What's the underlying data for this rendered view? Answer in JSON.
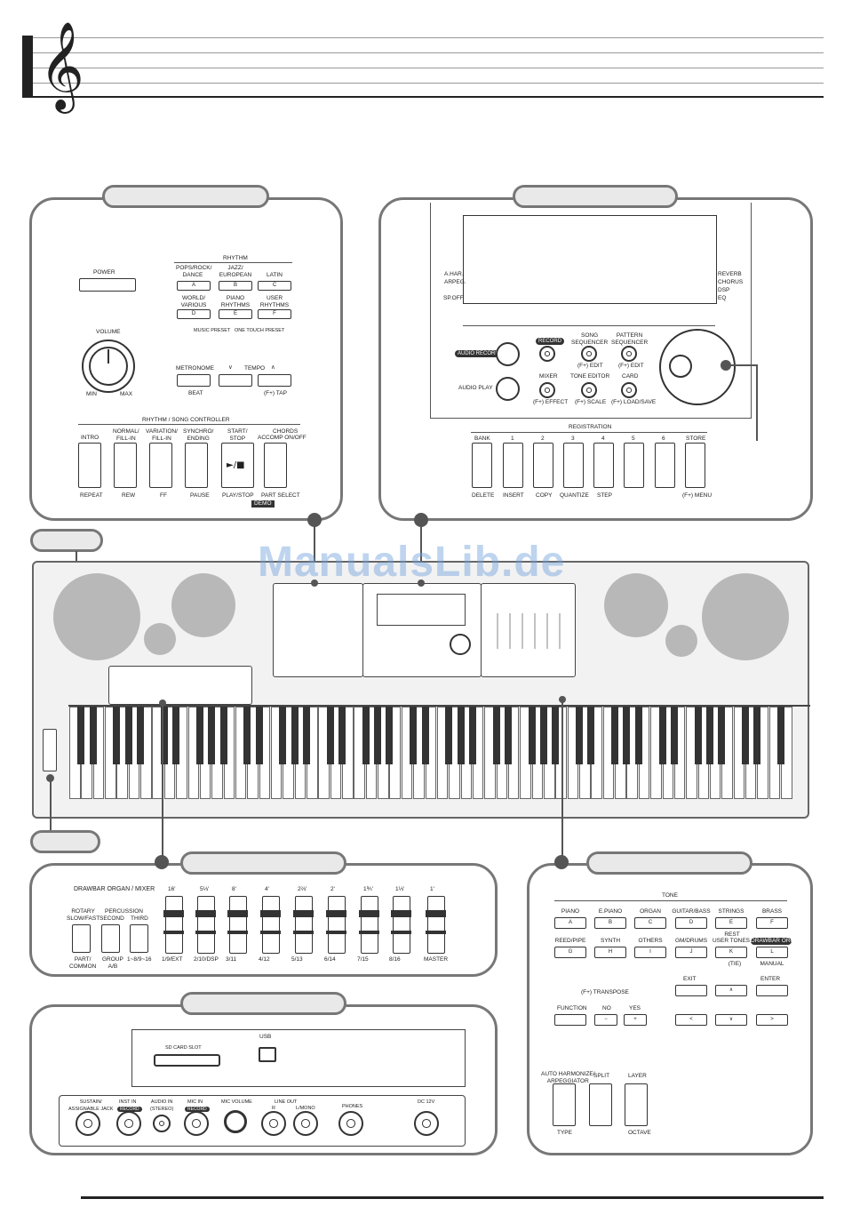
{
  "watermark": "ManualsLib.de",
  "panel_a": {
    "power": "POWER",
    "volume": "VOLUME",
    "vol_min": "MIN",
    "vol_max": "MAX",
    "rhythm": "RHYTHM",
    "cat_pops": "POPS/ROCK/\nDANCE",
    "cat_jazz": "JAZZ/\nEUROPEAN",
    "cat_latin": "LATIN",
    "cat_world": "WORLD/\nVARIOUS",
    "cat_piano": "PIANO\nRHYTHMS",
    "cat_user": "USER\nRHYTHMS",
    "key_a": "A",
    "key_b": "B",
    "key_c": "C",
    "key_d": "D",
    "key_e": "E",
    "key_f": "F",
    "music_preset": "MUSIC PRESET",
    "one_touch": "ONE TOUCH PRESET",
    "metronome": "METRONOME",
    "tempo": "TEMPO",
    "tempo_down": "∨",
    "tempo_up": "∧",
    "beat": "BEAT",
    "tap": "(F+) TAP",
    "controller": "RHYTHM / SONG CONTROLLER",
    "intro": "INTRO",
    "normal_fill": "NORMAL/\nFILL-IN",
    "variation_fill": "VARIATION/\nFILL-IN",
    "synchro": "SYNCHRO/\nENDING",
    "start_stop": "START/\nSTOP",
    "chords": "CHORDS",
    "accomp": "ACCOMP ON/OFF",
    "repeat": "REPEAT",
    "rew": "REW",
    "ff": "FF",
    "pause": "PAUSE",
    "play_stop": "PLAY/STOP",
    "part_select": "PART SELECT",
    "demo": "DEMO",
    "play_symbol": "►/■"
  },
  "panel_b": {
    "a_harm": "A.HAR.",
    "arpeg": "ARPEG.",
    "sp_off": "SP.OFF",
    "reverb": "REVERB",
    "chorus": "CHORUS",
    "dsp": "DSP",
    "eq": "EQ",
    "audio_record": "AUDIO RECORD",
    "audio_play": "AUDIO PLAY",
    "record": "RECORD",
    "song_seq": "SONG\nSEQUENCER",
    "pattern_seq": "PATTERN\nSEQUENCER",
    "edit1": "(F+) EDIT",
    "edit2": "(F+) EDIT",
    "mixer": "MIXER",
    "tone_editor": "TONE EDITOR",
    "card": "CARD",
    "effect": "(F+) EFFECT",
    "scale": "(F+) SCALE",
    "load_save": "(F+) LOAD/SAVE",
    "registration": "REGISTRATION",
    "bank": "BANK",
    "n1": "1",
    "n2": "2",
    "n3": "3",
    "n4": "4",
    "n5": "5",
    "n6": "6",
    "store": "STORE",
    "delete": "DELETE",
    "insert": "INSERT",
    "copy": "COPY",
    "quantize": "QUANTIZE",
    "step": "STEP",
    "menu": "(F+) MENU"
  },
  "drawbar": {
    "title": "DRAWBAR ORGAN / MIXER",
    "rotary": "ROTARY\nSLOW/FAST",
    "percussion": "PERCUSSION",
    "second": "SECOND",
    "third": "THIRD",
    "part_common": "PART/\nCOMMON",
    "group_ab": "GROUP\nA/B",
    "range": "1~8/9~16",
    "f1": "16'",
    "f2": "5⅓'",
    "f3": "8'",
    "f4": "4'",
    "f5": "2⅔'",
    "f6": "2'",
    "f7": "1⅗'",
    "f8": "1⅓'",
    "f9": "1'",
    "b1": "1/9/EXT",
    "b2": "2/10/DSP",
    "b3": "3/11",
    "b4": "4/12",
    "b5": "5/13",
    "b6": "6/14",
    "b7": "7/15",
    "b8": "8/16",
    "b9": "MASTER"
  },
  "back": {
    "sd_slot": "SD CARD SLOT",
    "usb": "USB",
    "sustain": "SUSTAIN/\nASSIGNABLE JACK",
    "inst_in": "INST IN",
    "audio_in": "AUDIO IN\n(STEREO)",
    "mic_in": "MIC IN",
    "mic_volume": "MIC VOLUME",
    "line_out": "LINE OUT",
    "line_r": "R",
    "line_l": "L/MONO",
    "phones": "PHONES",
    "dc": "DC 12V",
    "record_badge": "RECORD"
  },
  "tone": {
    "title": "TONE",
    "piano": "PIANO",
    "epiano": "E.PIANO",
    "organ": "ORGAN",
    "guitar_bass": "GUITAR/BASS",
    "strings": "STRINGS",
    "brass": "BRASS",
    "reed_pipe": "REED/PIPE",
    "synth": "SYNTH",
    "others": "OTHERS",
    "gm_drums": "GM/DRUMS",
    "user_tones": "USER TONES",
    "drawbar_organ": "DRAWBAR ORGAN",
    "rest": "REST",
    "tie": "(TIE)",
    "manual": "MANUAL",
    "ka": "A",
    "kb": "B",
    "kc": "C",
    "kd": "D",
    "ke": "E",
    "kf": "F",
    "kg": "G",
    "kh": "H",
    "ki": "I",
    "kj": "J",
    "kk": "K",
    "kl": "L",
    "exit": "EXIT",
    "enter": "ENTER",
    "transpose": "(F+) TRANSPOSE",
    "function": "FUNCTION",
    "no": "NO",
    "yes": "YES",
    "minus": "−",
    "plus": "+",
    "left": "<",
    "down": "∨",
    "up": "∧",
    "right": ">",
    "auto_harm": "AUTO HARMONIZE/\nARPEGGIATOR",
    "split": "SPLIT",
    "layer": "LAYER",
    "type": "TYPE",
    "octave": "OCTAVE"
  }
}
